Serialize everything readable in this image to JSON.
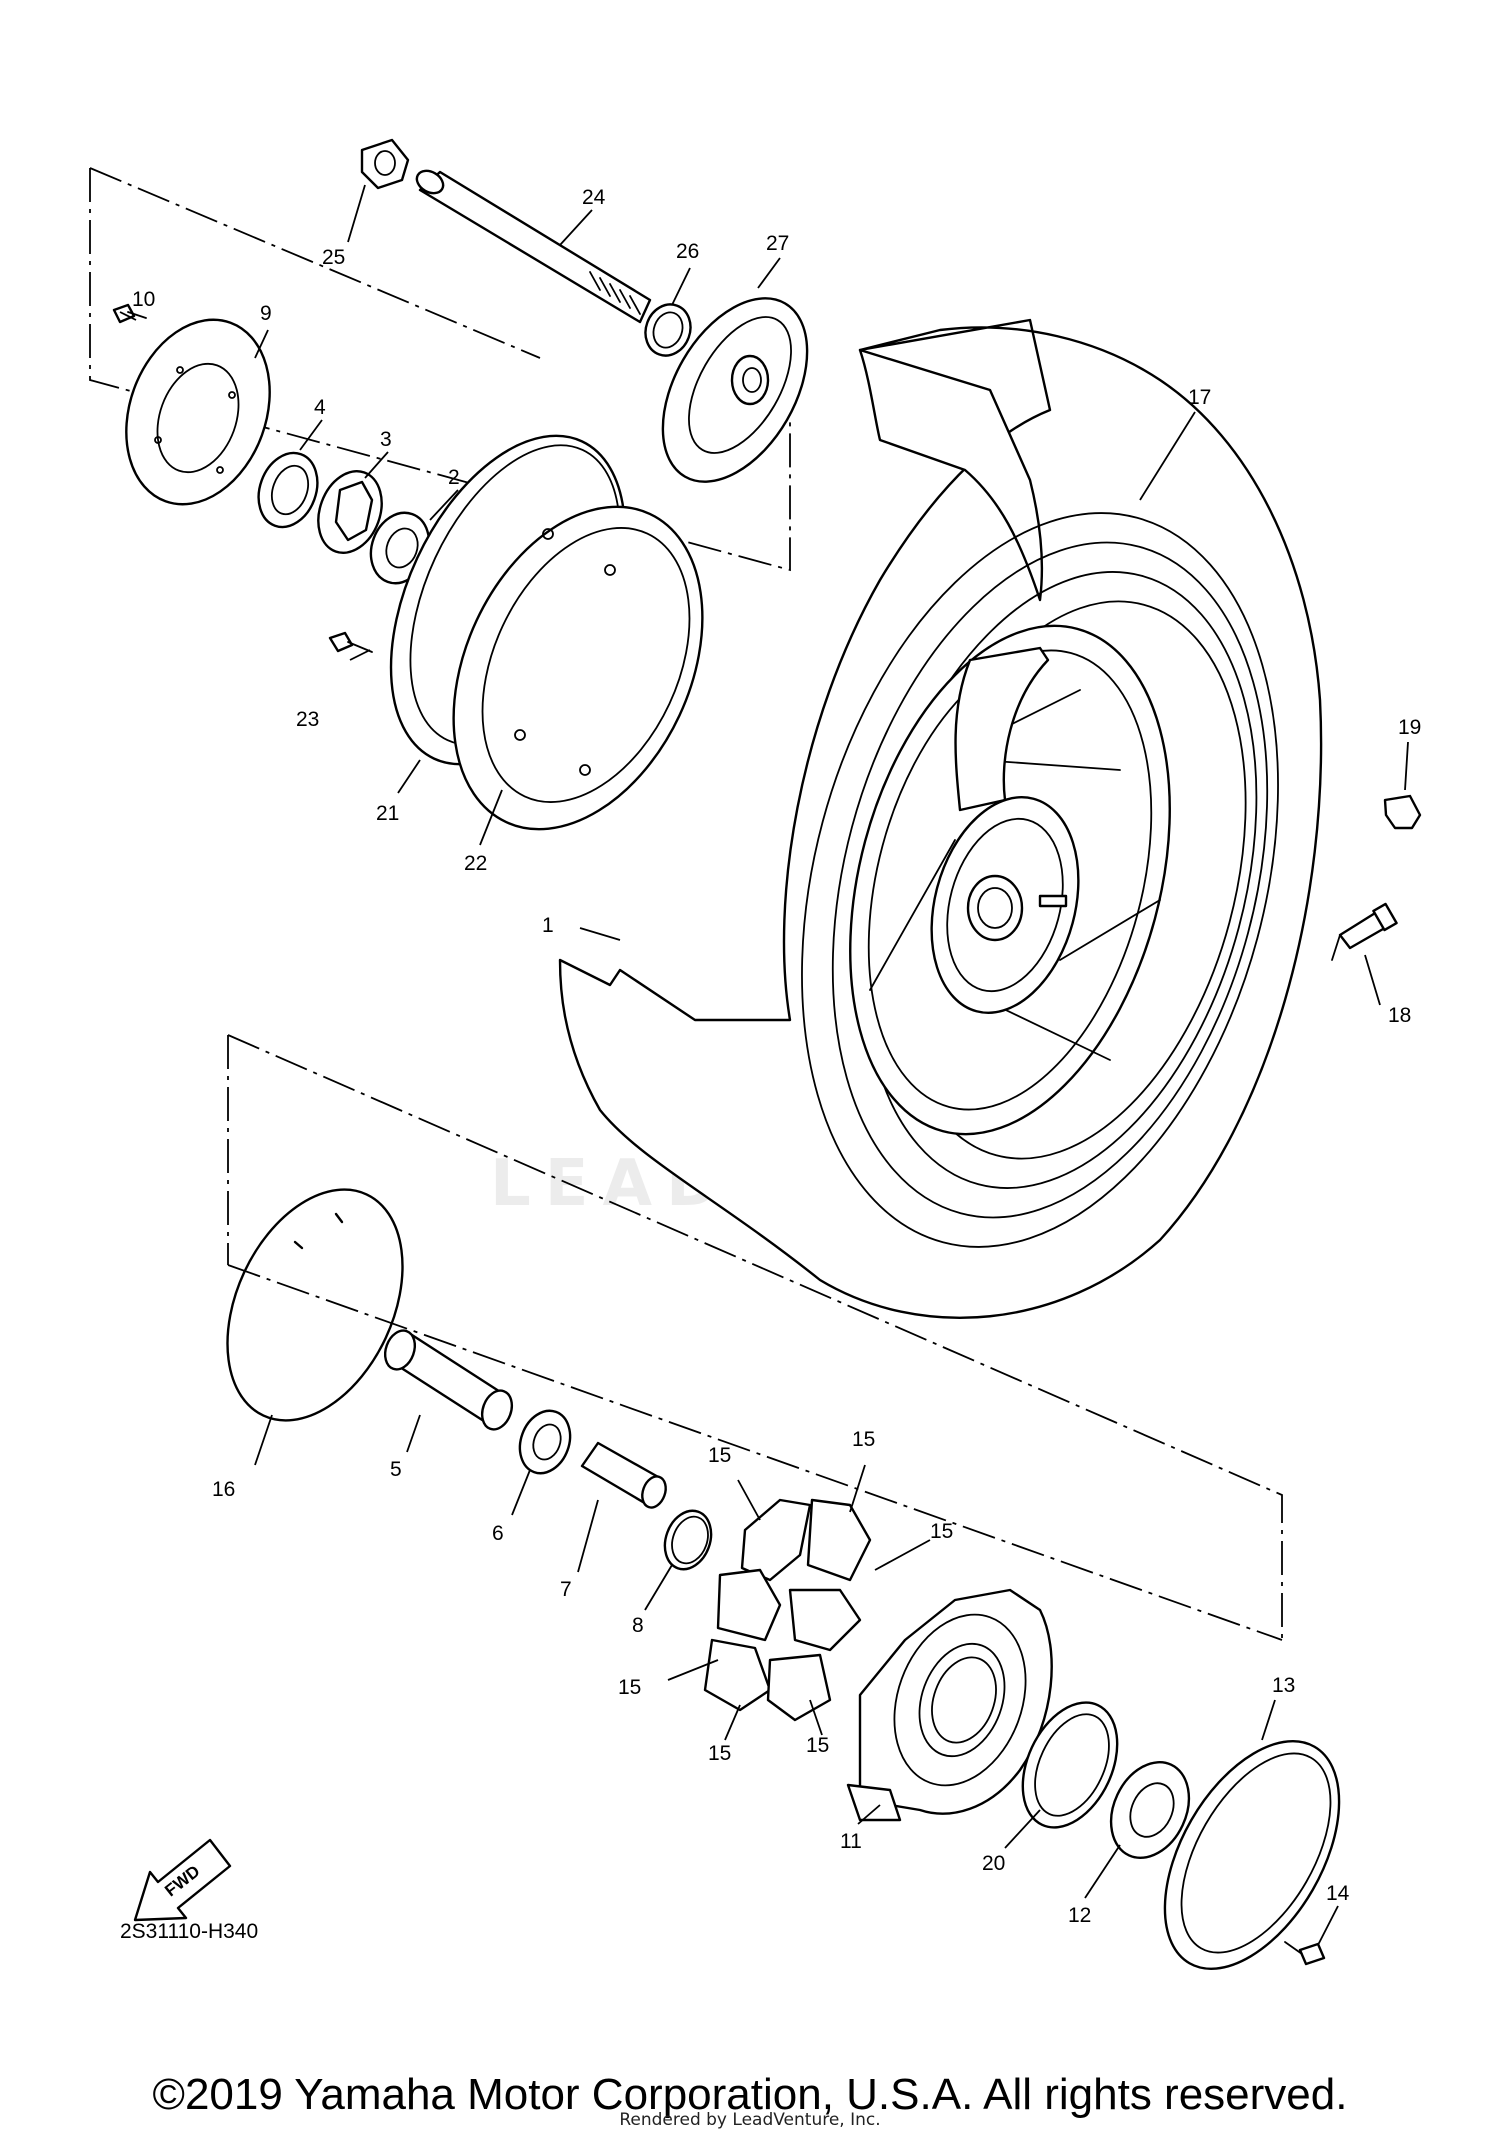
{
  "diagram": {
    "code": "2S31110-H340",
    "fwd_label": "FWD",
    "watermark": "LEADVENTURE",
    "callouts": [
      {
        "id": "c1",
        "label": "1"
      },
      {
        "id": "c2",
        "label": "2"
      },
      {
        "id": "c3",
        "label": "3"
      },
      {
        "id": "c4",
        "label": "4"
      },
      {
        "id": "c5",
        "label": "5"
      },
      {
        "id": "c6",
        "label": "6"
      },
      {
        "id": "c7",
        "label": "7"
      },
      {
        "id": "c8",
        "label": "8"
      },
      {
        "id": "c9",
        "label": "9"
      },
      {
        "id": "c10",
        "label": "10"
      },
      {
        "id": "c11",
        "label": "11"
      },
      {
        "id": "c12",
        "label": "12"
      },
      {
        "id": "c13",
        "label": "13"
      },
      {
        "id": "c14",
        "label": "14"
      },
      {
        "id": "c15a",
        "label": "15"
      },
      {
        "id": "c15b",
        "label": "15"
      },
      {
        "id": "c15c",
        "label": "15"
      },
      {
        "id": "c15d",
        "label": "15"
      },
      {
        "id": "c15e",
        "label": "15"
      },
      {
        "id": "c15f",
        "label": "15"
      },
      {
        "id": "c16",
        "label": "16"
      },
      {
        "id": "c17",
        "label": "17"
      },
      {
        "id": "c18",
        "label": "18"
      },
      {
        "id": "c19",
        "label": "19"
      },
      {
        "id": "c20",
        "label": "20"
      },
      {
        "id": "c21",
        "label": "21"
      },
      {
        "id": "c22",
        "label": "22"
      },
      {
        "id": "c23",
        "label": "23"
      },
      {
        "id": "c24",
        "label": "24"
      },
      {
        "id": "c25",
        "label": "25"
      },
      {
        "id": "c26",
        "label": "26"
      },
      {
        "id": "c27",
        "label": "27"
      }
    ]
  },
  "footer": {
    "copyright": "©2019 Yamaha Motor Corporation, U.S.A. All rights reserved.",
    "rendered_by": "Rendered by LeadVenture, Inc."
  }
}
